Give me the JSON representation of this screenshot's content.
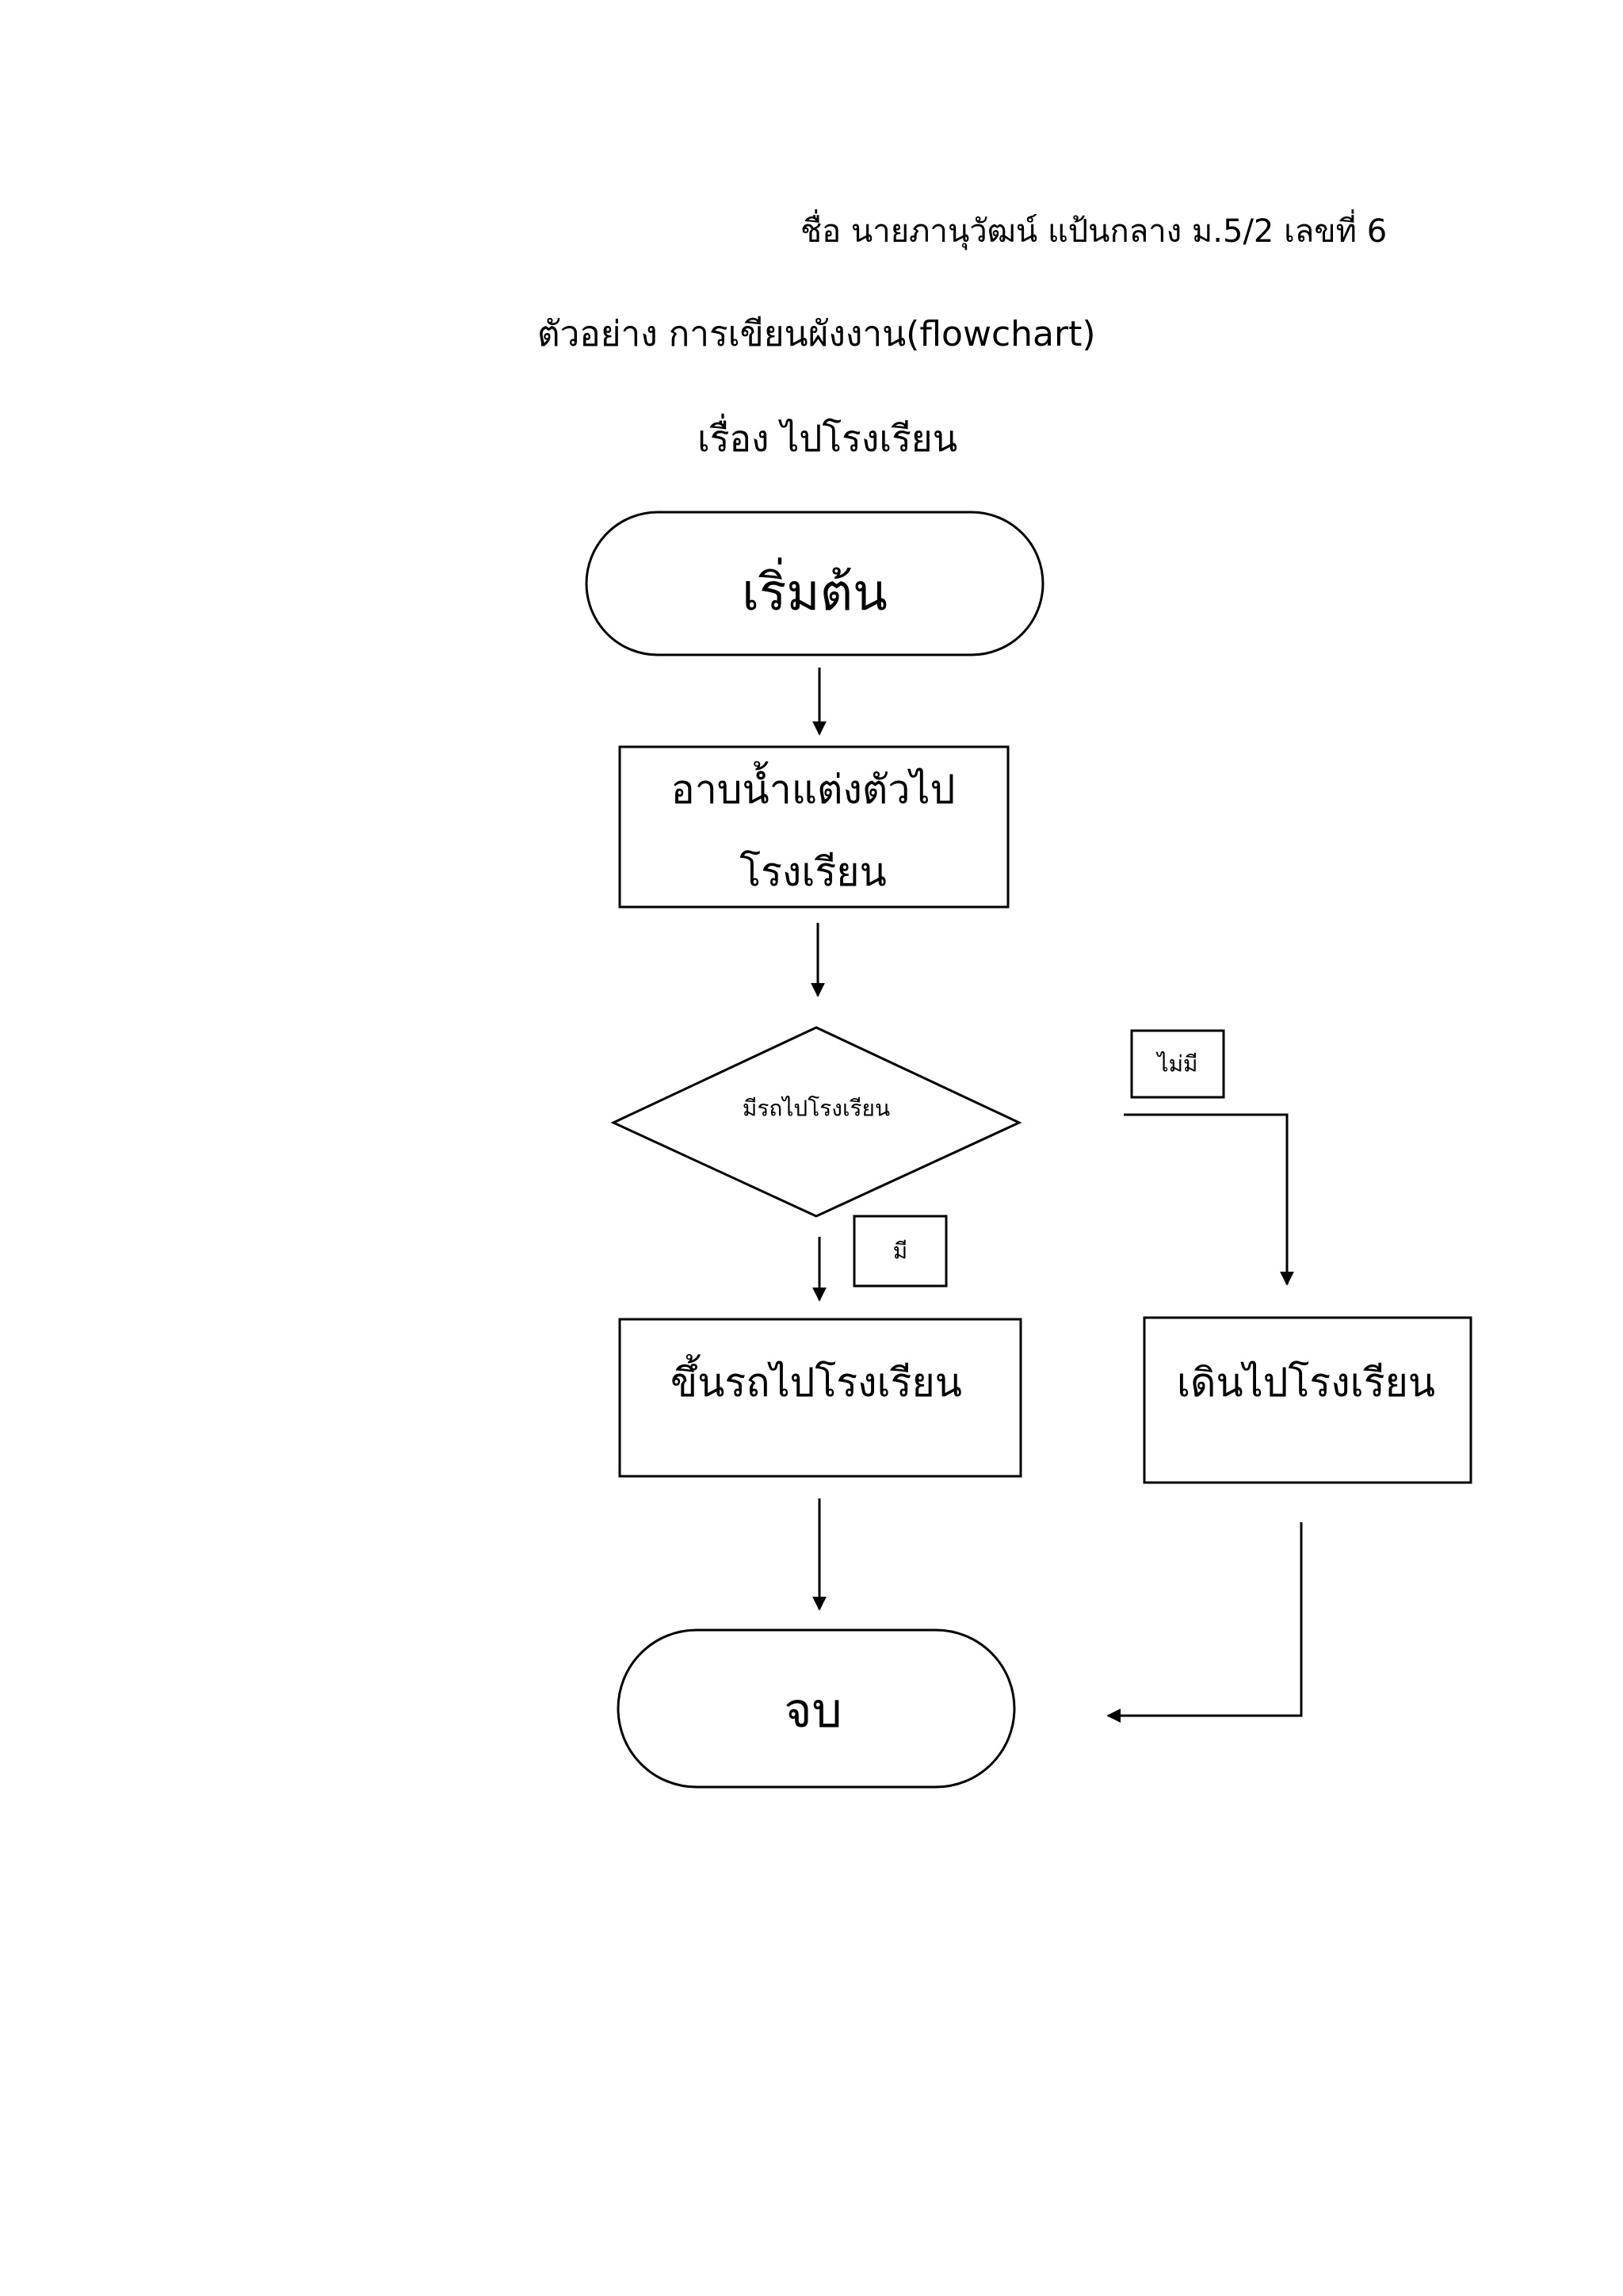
{
  "header": {
    "name_line": "ชื่อ นายภานุวัฒน์ แป้นกลาง ม.5/2 เลขที่ 6",
    "title_line": "ตัวอย่าง การเขียนผังงาน(flowchart)",
    "topic_line": "เรื่อง ไปโรงเรียน"
  },
  "flowchart": {
    "start": "เริ่มต้น",
    "step1_line1": "อาบน้ำแต่งตัวไป",
    "step1_line2": "โรงเรียน",
    "decision": "มีรถไปโรงเรียน",
    "label_no": "ไม่มี",
    "label_yes": "มี",
    "yes_action": "ขึ้นรถไปโรงเรียน",
    "no_action": "เดินไปโรงเรียน",
    "end": "จบ"
  }
}
